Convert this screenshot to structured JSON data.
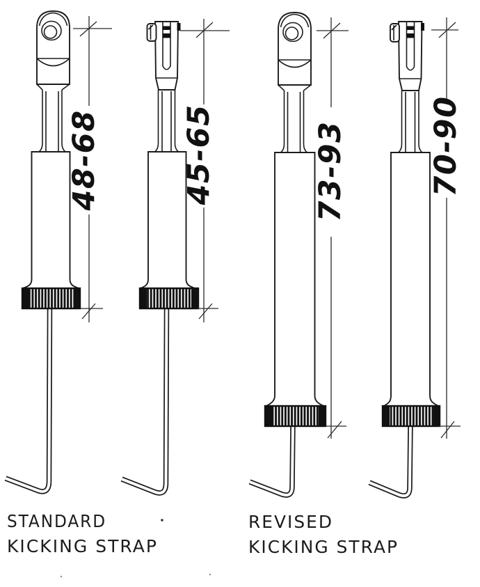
{
  "figure": {
    "description": "Hand-drawn comparison of kicking strap tensioners",
    "ink_color": "#1c1c1c",
    "paper_color": "#ffffff"
  },
  "drawings": [
    {
      "id": "standard-eye",
      "group": "standard",
      "fitting": "eye-end",
      "dimension": "48-68"
    },
    {
      "id": "standard-fork",
      "group": "standard",
      "fitting": "fork-end",
      "dimension": "45-65"
    },
    {
      "id": "revised-eye",
      "group": "revised",
      "fitting": "eye-end",
      "dimension": "73-93"
    },
    {
      "id": "revised-fork",
      "group": "revised",
      "fitting": "fork-end",
      "dimension": "70-90"
    }
  ],
  "captions": {
    "standard": {
      "line1": "STANDARD",
      "line2": "KICKING STRAP"
    },
    "revised": {
      "line1": "REVISED",
      "line2": "KICKING STRAP"
    }
  }
}
